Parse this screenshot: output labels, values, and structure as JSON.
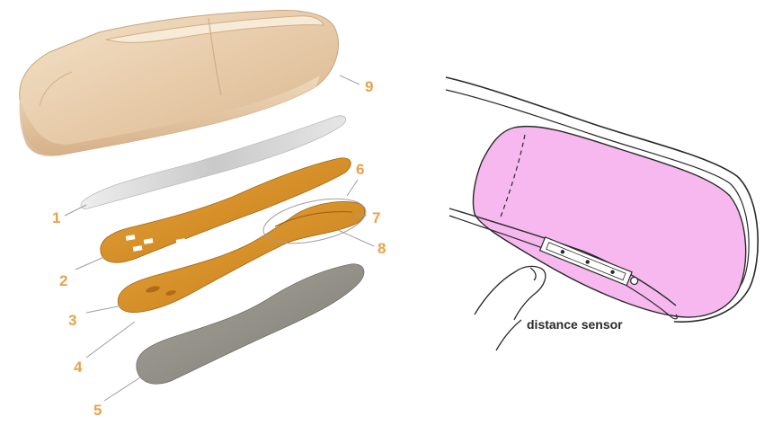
{
  "colors": {
    "callout": "#e8a24a",
    "shoe": "#e9cfae",
    "insole": "#d38a1e",
    "sole": "#8f8e86",
    "foot": "#f6b8ee",
    "outline": "#2a2a2a"
  },
  "exploded_view": {
    "labels": {
      "l1": "1",
      "l2": "2",
      "l3": "3",
      "l4": "4",
      "l5": "5",
      "l6": "6",
      "l7": "7",
      "l8": "8",
      "l9": "9"
    }
  },
  "cross_section": {
    "sensor_label": "distance sensor"
  }
}
